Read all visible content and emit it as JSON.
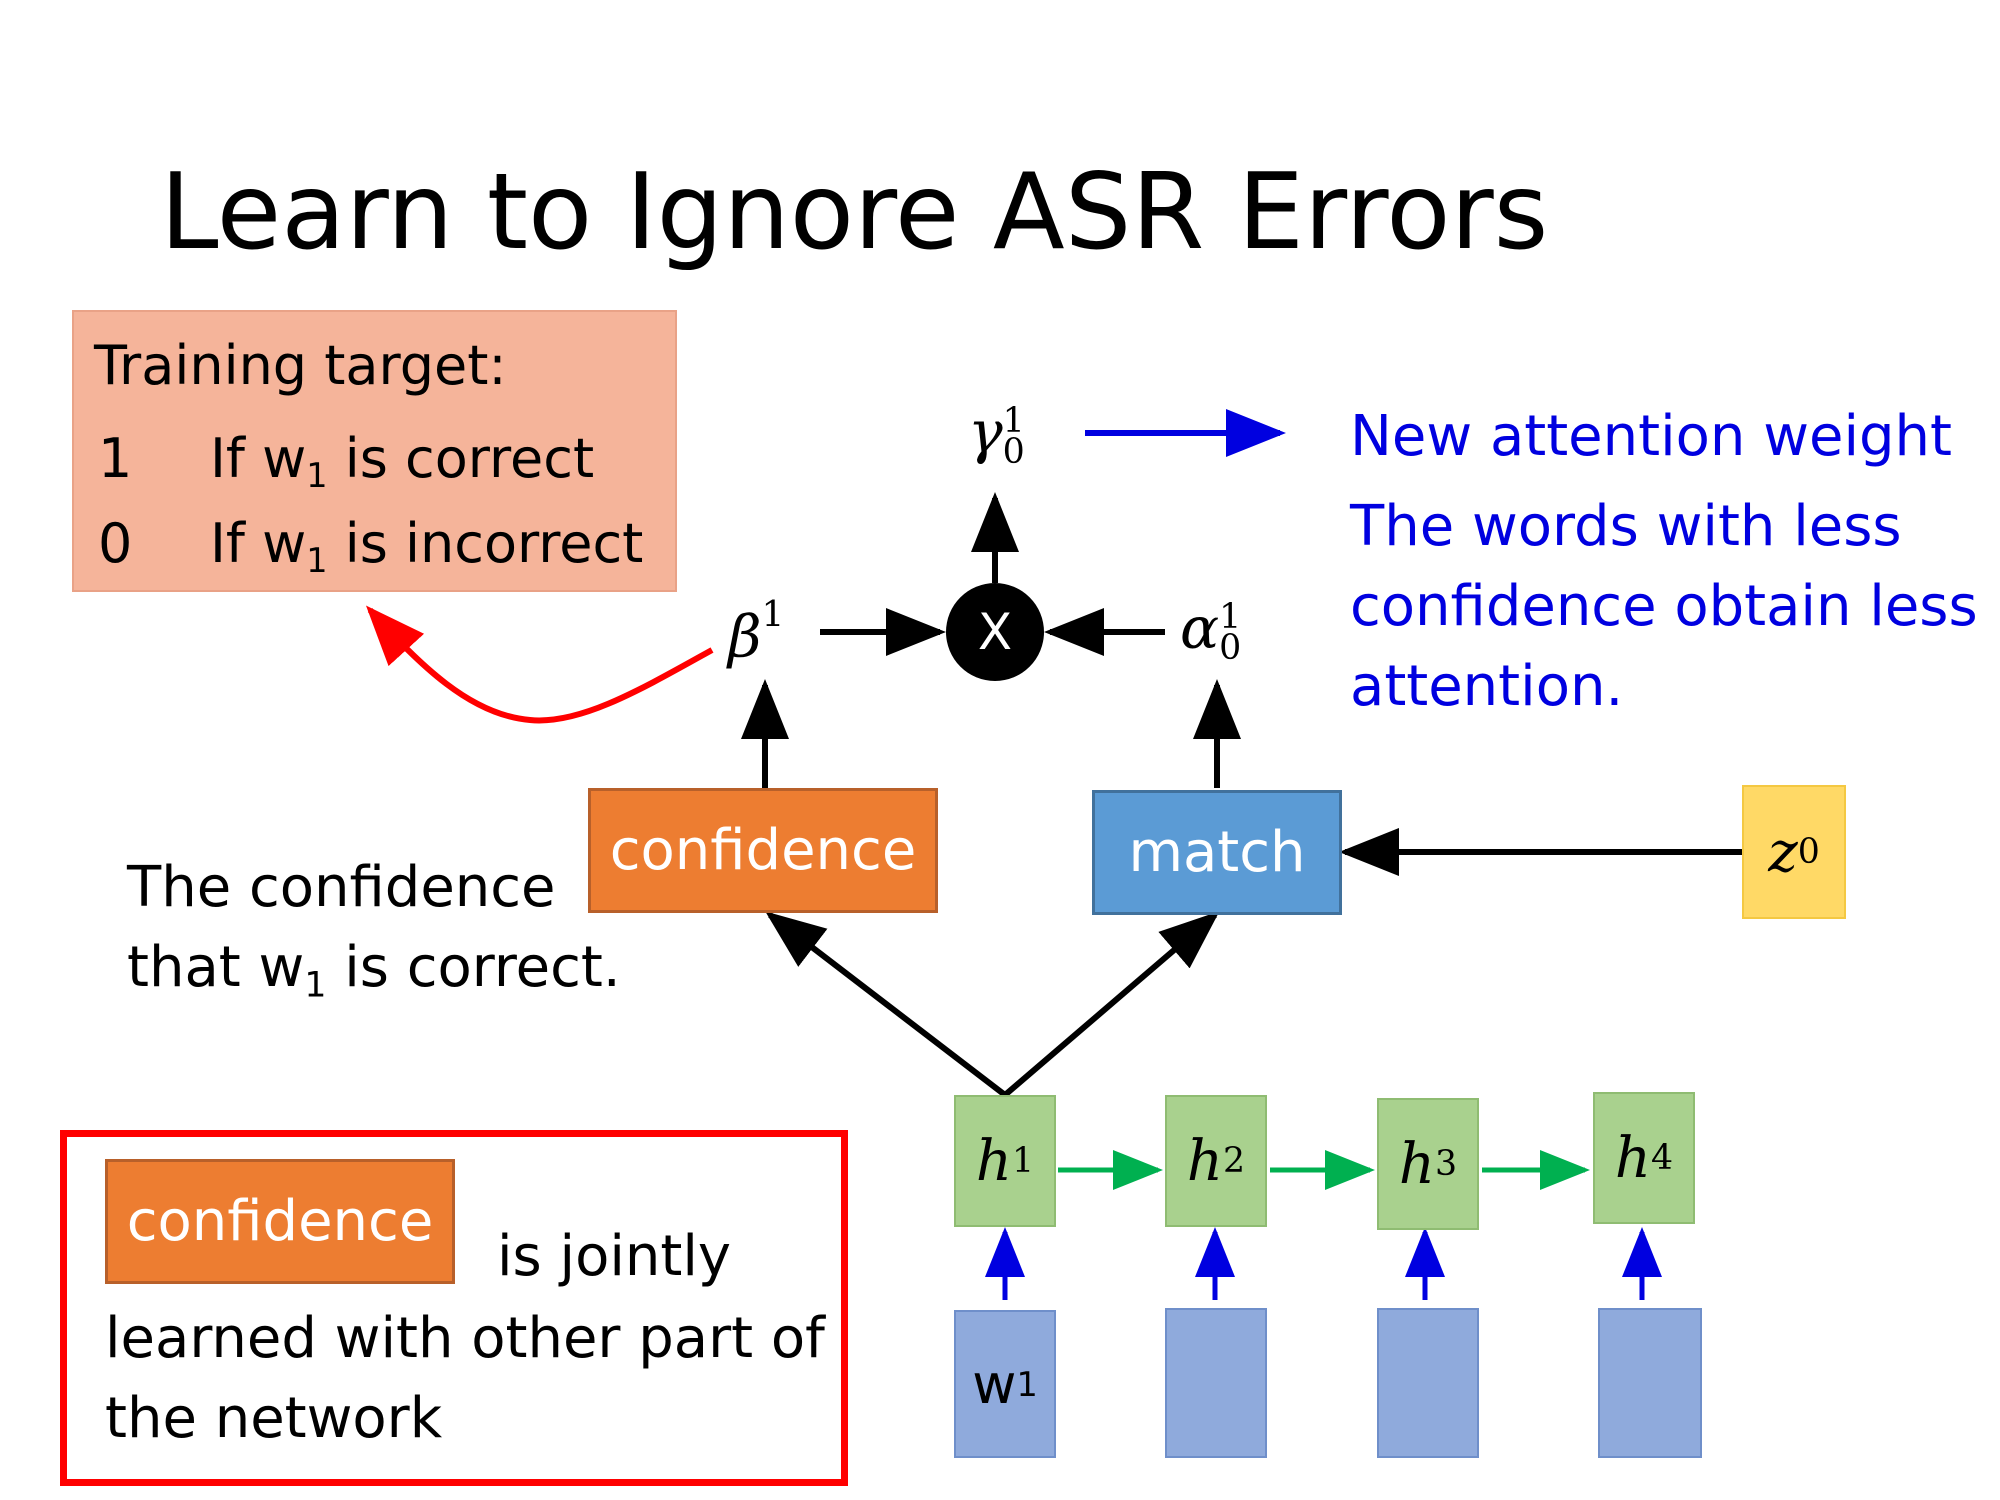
{
  "title": "Learn to Ignore ASR Errors",
  "training_target": {
    "heading": "Training target:",
    "rows": [
      {
        "value": "1",
        "cond_pre": "If w",
        "cond_sub": "1",
        "cond_post": " is correct"
      },
      {
        "value": "0",
        "cond_pre": "If w",
        "cond_sub": "1",
        "cond_post": " is incorrect"
      }
    ]
  },
  "symbols": {
    "gamma": {
      "base": "γ",
      "sup": "1",
      "sub": "0"
    },
    "beta": {
      "base": "β",
      "sup": "1"
    },
    "alpha": {
      "base": "α",
      "sup": "1",
      "sub": "0"
    },
    "multiply": "X",
    "z": {
      "base": "z",
      "sup": "0"
    }
  },
  "blue_notes": {
    "line1": "New attention weight",
    "line2": "The words with less",
    "line3": "confidence obtain less",
    "line4": "attention."
  },
  "boxes": {
    "confidence": "confidence",
    "match": "match"
  },
  "confidence_desc": {
    "line1": "The confidence",
    "line2_pre": "that w",
    "line2_sub": "1",
    "line2_post": " is correct."
  },
  "hidden_states": [
    {
      "base": "h",
      "sup": "1"
    },
    {
      "base": "h",
      "sup": "2"
    },
    {
      "base": "h",
      "sup": "3"
    },
    {
      "base": "h",
      "sup": "4"
    }
  ],
  "input_word": {
    "base": "w",
    "sub": "1"
  },
  "note": {
    "badge": "confidence",
    "line1": "is jointly",
    "line2": "learned with other part of",
    "line3": "the network"
  },
  "colors": {
    "orange": "#ed7d31",
    "blue_box": "#5b9bd5",
    "green_box": "#a9d18e",
    "input_box": "#8faadc",
    "salmon": "#f5b49a",
    "yellow": "#ffd966",
    "red": "#ff0000",
    "blue_text": "#0000e0",
    "green_arrow": "#00b050"
  }
}
